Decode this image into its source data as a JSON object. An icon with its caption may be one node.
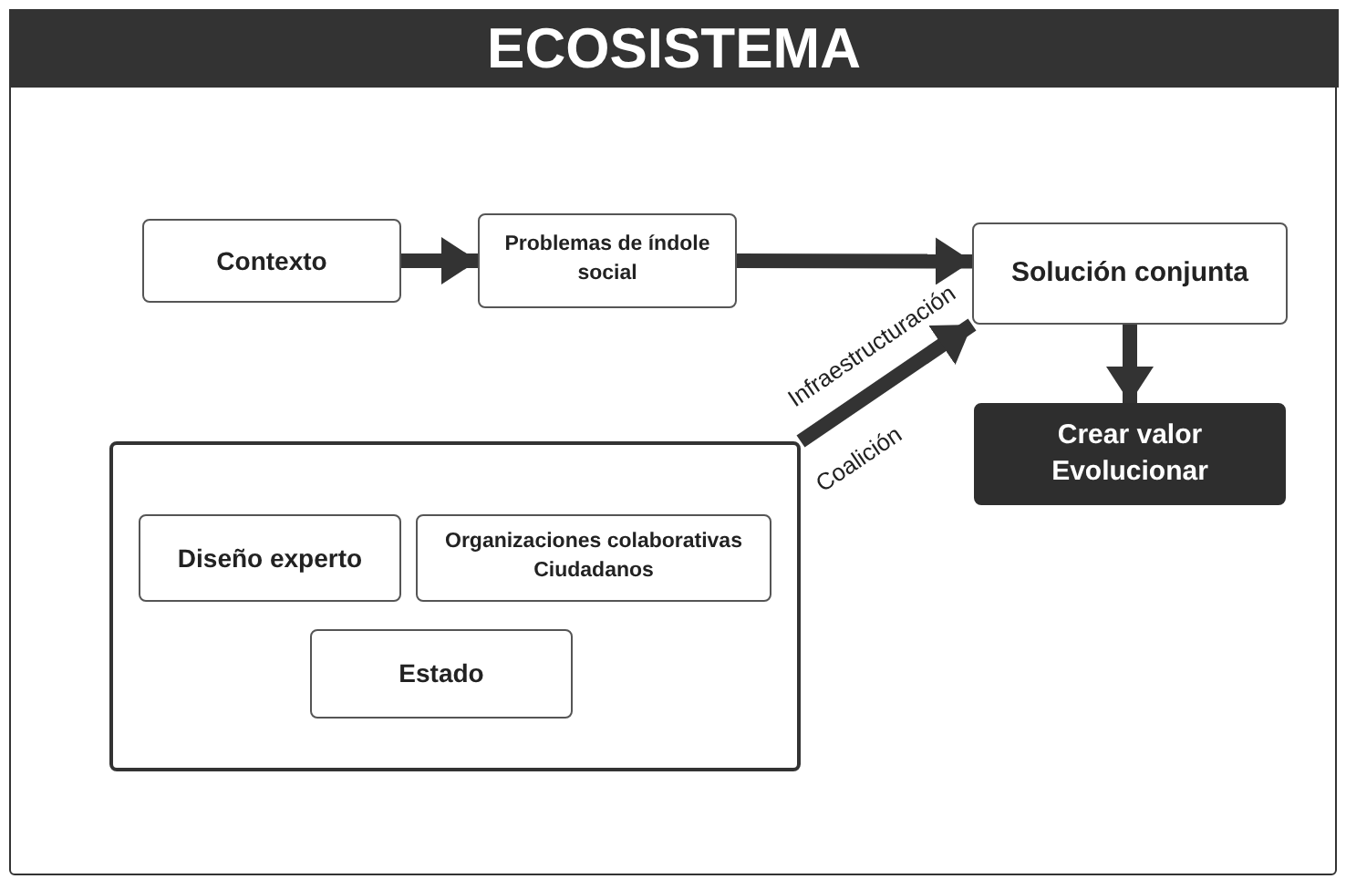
{
  "diagram": {
    "title": "ECOSISTEMA",
    "nodes": [
      {
        "text": [
          "Contexto"
        ]
      },
      {
        "text": [
          "Problemas de índole social"
        ]
      },
      {
        "text": [
          "Solución conjunta"
        ]
      },
      {
        "text": [
          "Crear valor Evolucionar"
        ]
      },
      {
        "text": [],
        "shape": "box"
      },
      {
        "text": [
          "Diseño experto"
        ],
        "in": 4
      },
      {
        "text": [
          "Organizaciones colaborativas Ciudadanos"
        ],
        "in": 4
      },
      {
        "text": [
          "Estado"
        ],
        "in": 4
      }
    ],
    "edges": [
      {
        "from": 0,
        "to": 1,
        "arrow": "to"
      },
      {
        "from": 1,
        "to": 2,
        "arrow": "to"
      },
      {
        "from": 4,
        "to": 2,
        "arrow": "to",
        "label": "Infraestructuración"
      },
      {
        "from": 2,
        "to": 3,
        "arrow": "to"
      }
    ],
    "labels": [
      "Coalición"
    ]
  }
}
